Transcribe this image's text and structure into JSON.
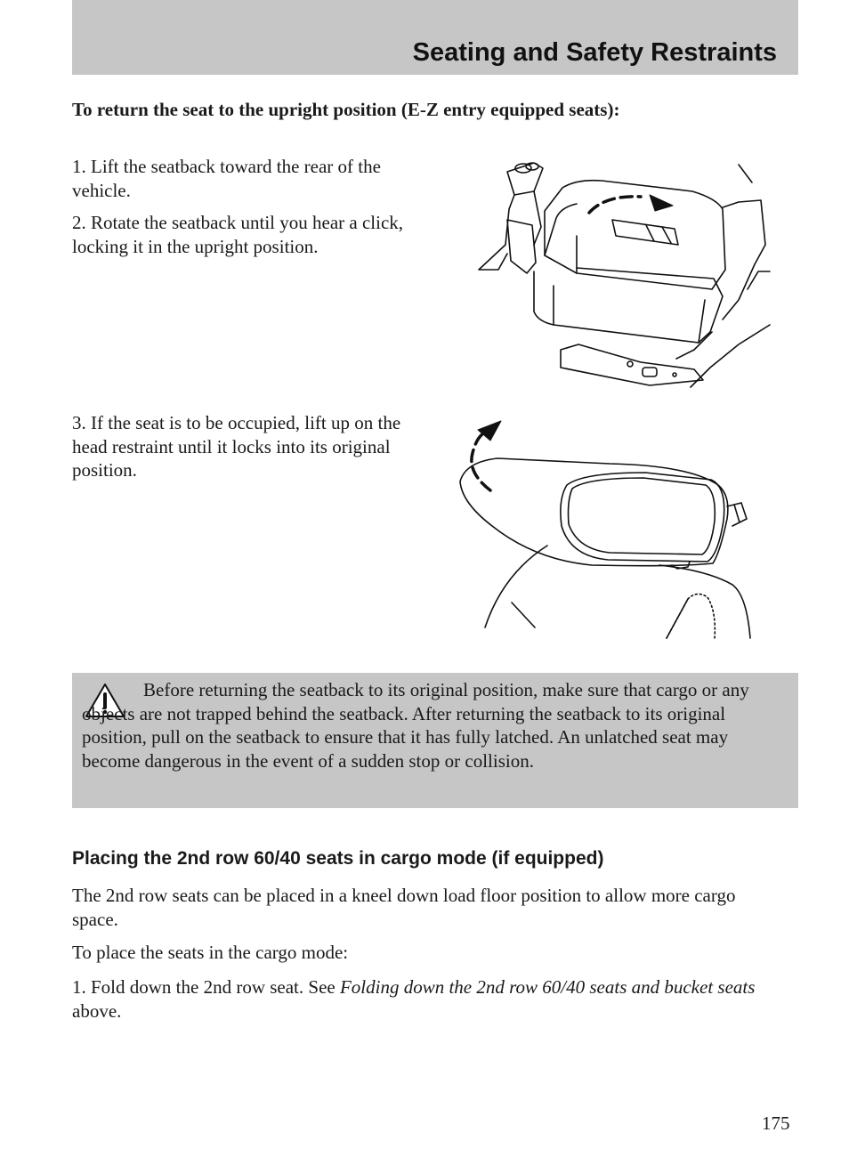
{
  "header": {
    "title": "Seating and Safety Restraints"
  },
  "section_heading": "To return the seat to the upright position (E-Z entry equipped seats):",
  "steps": {
    "step1": "1. Lift the seatback toward the rear of the vehicle.",
    "step2": "2. Rotate the seatback until you hear a click, locking it in the upright position.",
    "step3": "3. If the seat is to be occupied, lift up on the head restraint until it locks into its original position."
  },
  "figures": {
    "seat_icon": "seatback-rotate-illustration",
    "head_icon": "head-restraint-illustration"
  },
  "warning": {
    "icon": "warning-triangle-icon",
    "text": "Before returning the seatback to its original position, make sure that cargo or any objects are not trapped behind the seatback. After returning the seatback to its original position, pull on the seatback to ensure that it has fully latched. An unlatched seat may become dangerous in the event of a sudden stop or collision."
  },
  "cargo": {
    "heading": "Placing the 2nd row 60/40 seats in cargo mode (if equipped)",
    "intro": "The 2nd row seats can be placed in a kneel down load floor position to allow more cargo space.",
    "lead": "To place the seats in the cargo mode:",
    "step1_prefix": "1. Fold down the 2nd row seat. See ",
    "step1_ref": "Folding down the 2nd row 60/40 seats and bucket seats",
    "step1_suffix": " above."
  },
  "page_number": "175"
}
